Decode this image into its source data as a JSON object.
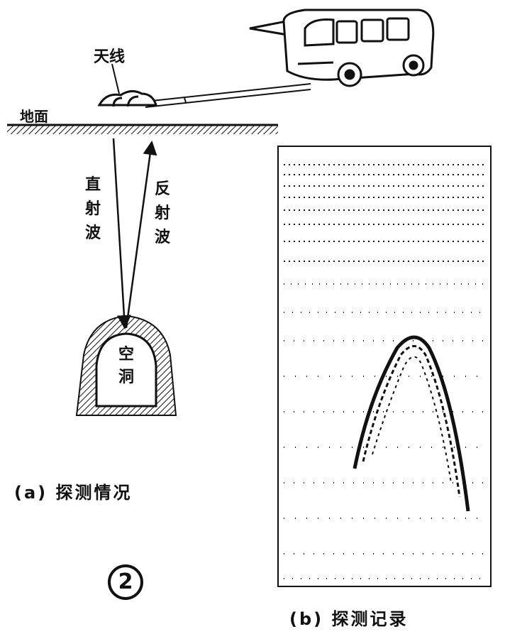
{
  "labels": {
    "antenna": "天线",
    "ground": "地面",
    "direct_wave": [
      "直",
      "射",
      "波"
    ],
    "reflected_wave": [
      "反",
      "射",
      "波"
    ],
    "cavity": [
      "空",
      "洞"
    ],
    "caption_a": "(a) 探测情况",
    "caption_b": "(b) 探测记录",
    "figure_number": "2"
  },
  "colors": {
    "ink": "#111111",
    "paper": "#ffffff",
    "hatch": "#1a1a1a"
  }
}
